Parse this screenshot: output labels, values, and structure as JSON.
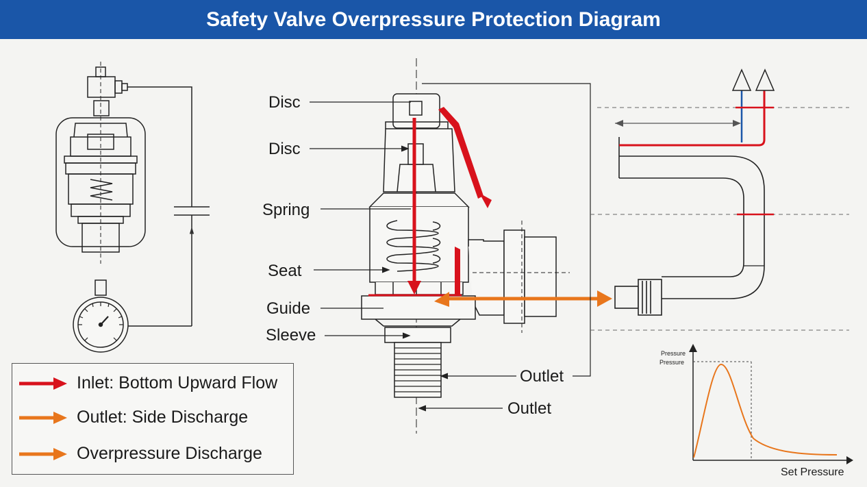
{
  "title": "Safety Valve Overpressure Protection Diagram",
  "labels": {
    "disc_top": "Disc",
    "disc_mid": "Disc",
    "spring": "Spring",
    "seat": "Seat",
    "guide": "Guide",
    "sleeve": "Sleeve",
    "outlet_right": "Outlet",
    "outlet_bottom": "Outlet"
  },
  "legend": [
    {
      "label": "Inlet: Bottom Upward Flow",
      "color": "#d8121c"
    },
    {
      "label": "Outlet: Side Discharge",
      "color": "#e8761c"
    },
    {
      "label": "Overpressure Discharge",
      "color": "#e8761c"
    }
  ],
  "chart": {
    "y_label_1": "Pressure",
    "y_label_2": "Pressure",
    "x_label": "Set Pressure"
  },
  "colors": {
    "inlet_flow": "#d8121c",
    "outlet_flow": "#e8761c",
    "title_bg": "#1a56a8",
    "blue_pipe": "#1a56a8"
  }
}
